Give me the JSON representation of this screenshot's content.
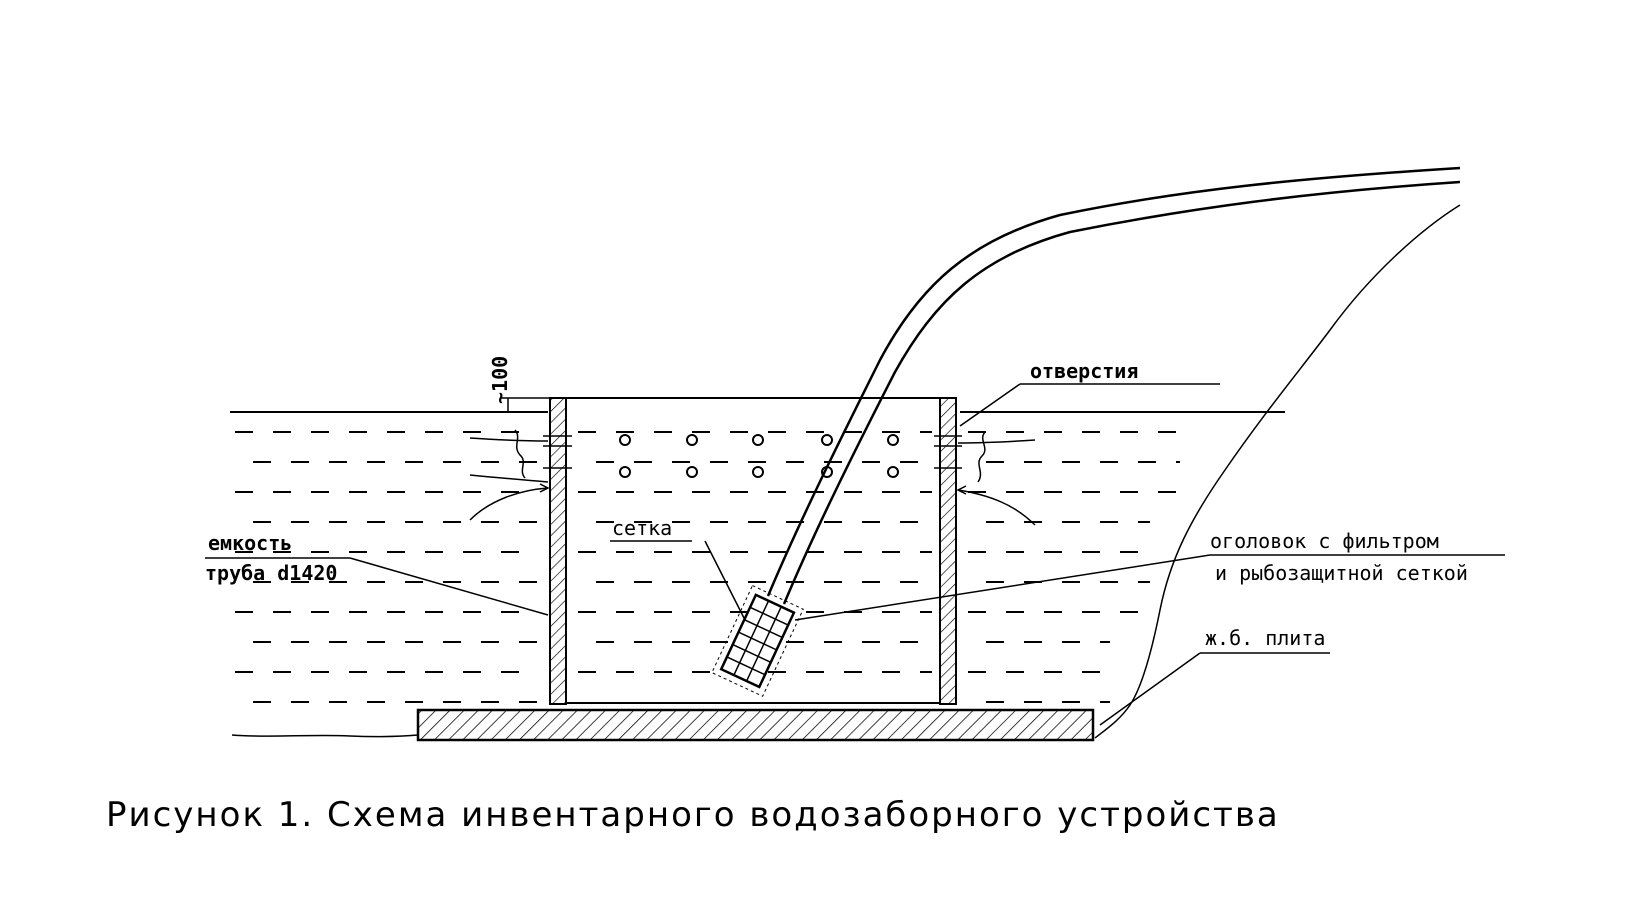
{
  "labels": {
    "dimension": "~100",
    "holes": "отверстия",
    "container_line1": "емкость",
    "container_line2": "труба d1420",
    "mesh": "сетка",
    "head_line1": "оголовок с фильтром",
    "head_line2": "и рыбозащитной сеткой",
    "slab": "ж.б. плита"
  },
  "caption": "Рисунок 1. Схема инвентарного водозаборного устройства",
  "colors": {
    "ink": "#000000",
    "background": "#ffffff"
  }
}
